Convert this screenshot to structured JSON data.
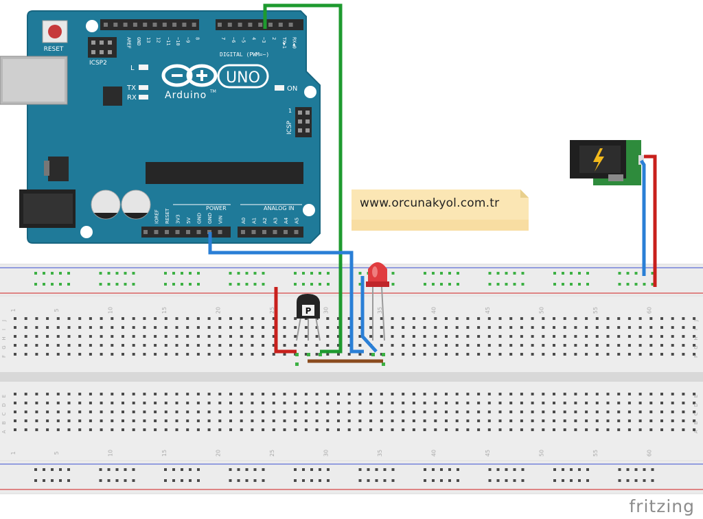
{
  "arduino": {
    "reset_label": "RESET",
    "icsp2_label": "ICSP2",
    "icsp_label": "ICSP",
    "logo_text": "Arduino",
    "tm": "TM",
    "model": "UNO",
    "on_label": "ON",
    "led_l": "L",
    "tx_label": "TX",
    "rx_label": "RX",
    "digital_label": "DIGITAL (PWM=~)",
    "power_label": "POWER",
    "analog_label": "ANALOG IN",
    "top_pins": [
      "AREF",
      "GND",
      "13",
      "12",
      "~11",
      "~10",
      "~9",
      "8",
      "7",
      "~6",
      "~5",
      "4",
      "~3",
      "2",
      "TX▶1",
      "RX◀0"
    ],
    "power_pins": [
      "IOREF",
      "RESET",
      "3V3",
      "5V",
      "GND",
      "GND",
      "VIN"
    ],
    "analog_pins": [
      "A0",
      "A1",
      "A2",
      "A3",
      "A4",
      "A5"
    ],
    "icsp_num": "1"
  },
  "note": {
    "text": "www.orcunakyol.com.tr"
  },
  "breadboard": {
    "column_numbers": [
      "1",
      "5",
      "10",
      "15",
      "20",
      "25",
      "30",
      "35",
      "40",
      "45",
      "50",
      "55",
      "60"
    ],
    "row_letters_top": [
      "J",
      "I",
      "H",
      "G",
      "F"
    ],
    "row_letters_bottom": [
      "E",
      "D",
      "C",
      "B",
      "A"
    ]
  },
  "components": {
    "transistor_mark": "P"
  },
  "wires": {
    "colors": {
      "green": "#1e9a2f",
      "blue": "#2a7fd6",
      "red": "#c8201c",
      "brown": "#8a4b1e"
    }
  },
  "footer": {
    "brand": "fritzing"
  }
}
